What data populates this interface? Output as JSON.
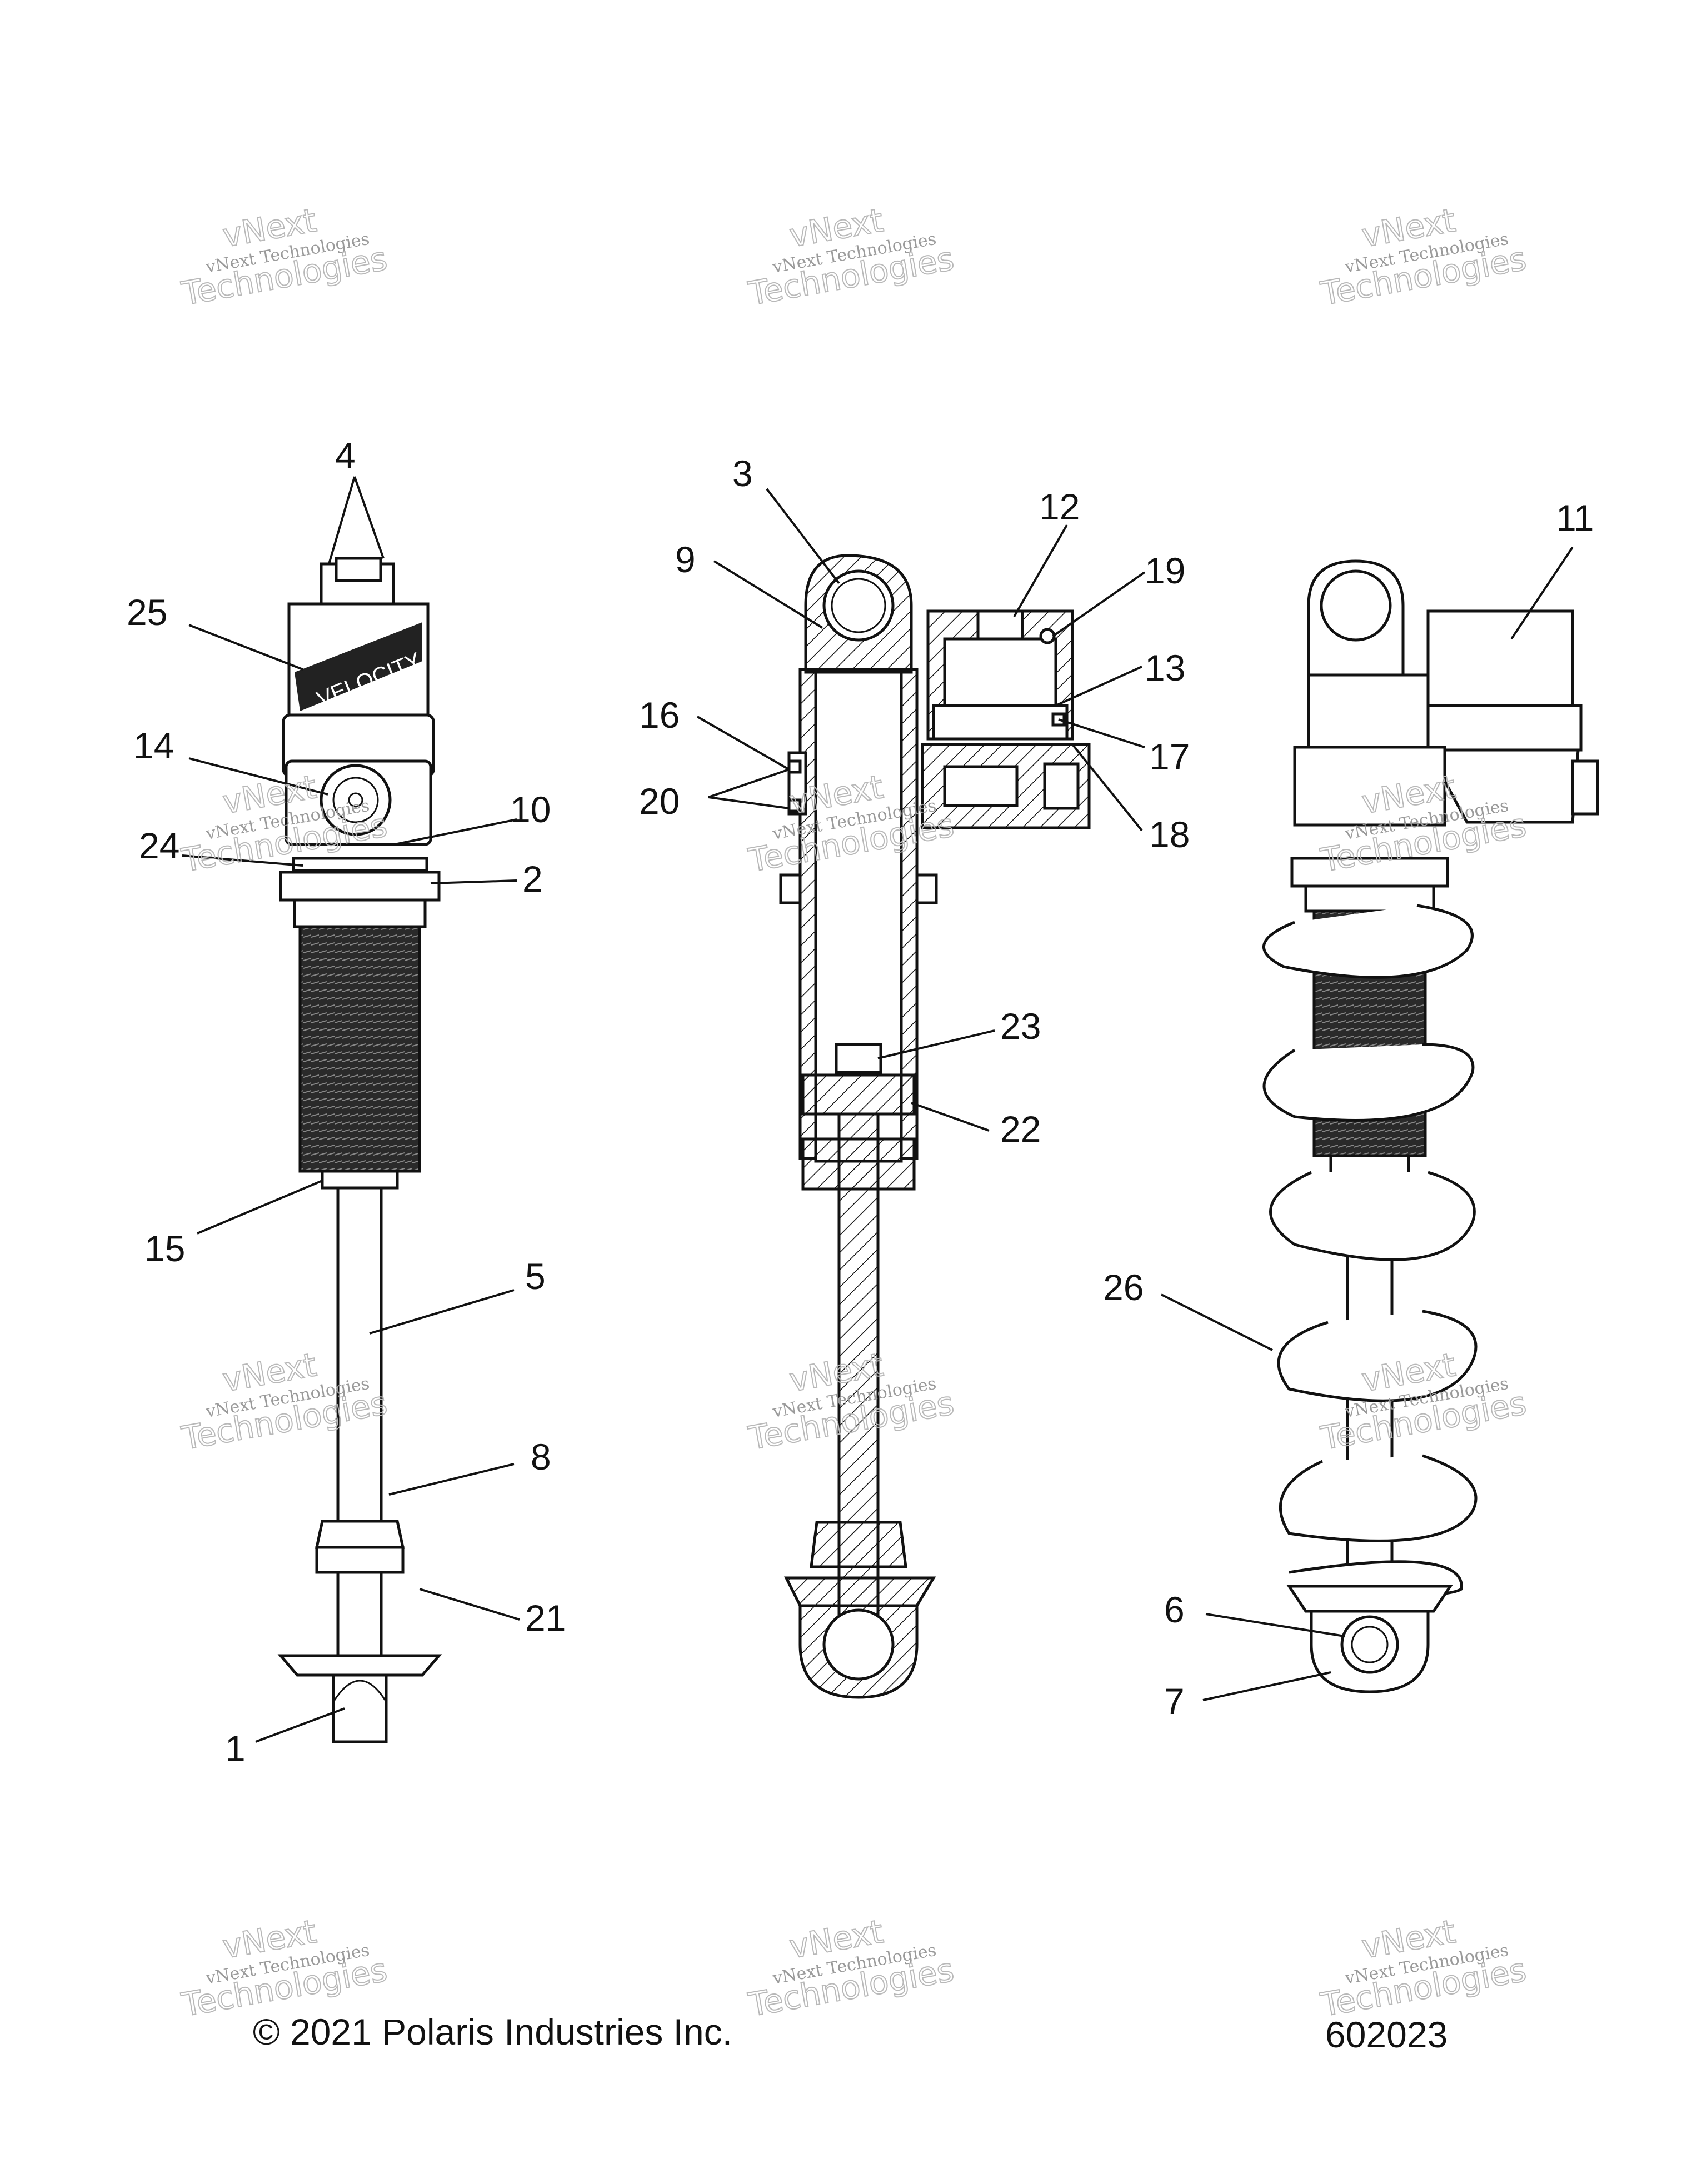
{
  "callouts": {
    "c1": "1",
    "c2": "2",
    "c3": "3",
    "c4": "4",
    "c5": "5",
    "c6": "6",
    "c7": "7",
    "c8": "8",
    "c9": "9",
    "c10": "10",
    "c11": "11",
    "c12": "12",
    "c13": "13",
    "c14": "14",
    "c15": "15",
    "c16": "16",
    "c17": "17",
    "c18": "18",
    "c19": "19",
    "c20": "20",
    "c21": "21",
    "c22": "22",
    "c23": "23",
    "c24": "24",
    "c25": "25",
    "c26": "26"
  },
  "watermark": {
    "line1": "vNext",
    "line2": "vNext Technologies",
    "line3": "Technologies"
  },
  "decal": {
    "brand": "VELOCITY"
  },
  "footer": {
    "copyright": "© 2021 Polaris Industries Inc.",
    "figure_number": "602023"
  }
}
